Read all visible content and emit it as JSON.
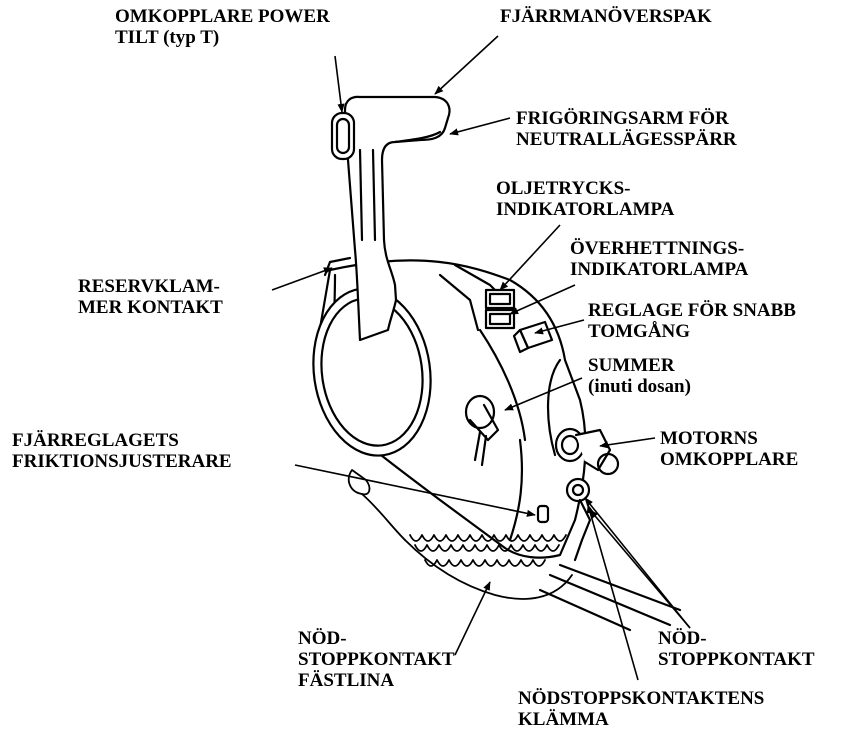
{
  "diagram": {
    "colors": {
      "ink": "#000000",
      "paper": "#ffffff",
      "shade": "#d9d9d9"
    },
    "labels": {
      "power_tilt_switch": [
        "OMKOPPLARE POWER",
        "TILT (typ T)"
      ],
      "remote_control_lever": [
        "FJÄRRMANÖVERSPAK"
      ],
      "neutral_release_lever": [
        "FRIGÖRINGSARM FÖR",
        "NEUTRALLÄGESSPÄRR"
      ],
      "oil_pressure_lamp": [
        "OLJETRYCKS-",
        "INDIKATORLAMPA"
      ],
      "overheat_lamp": [
        "ÖVERHETTNINGS-",
        "INDIKATORLAMPA"
      ],
      "spare_clip_switch": [
        "RESERVKLAM-",
        "MER KONTAKT"
      ],
      "fast_idle_lever": [
        "REGLAGE FÖR SNABB",
        "TOMGÅNG"
      ],
      "buzzer": [
        "SUMMER",
        "(inuti dosan)"
      ],
      "friction_adjuster": [
        "FJÄRREGLAGETS",
        "FRIKTIONSJUSTERARE"
      ],
      "ignition_switch": [
        "MOTORNS",
        "OMKOPPLARE"
      ],
      "stop_switch_lanyard": [
        "NÖD-",
        "STOPPKONTAKT",
        "FÄSTLINA"
      ],
      "emergency_stop_switch": [
        "NÖD-",
        "STOPPKONTAKT"
      ],
      "stop_switch_clip": [
        "NÖDSTOPPSKONTAKTENS",
        "KLÄMMA"
      ]
    }
  }
}
